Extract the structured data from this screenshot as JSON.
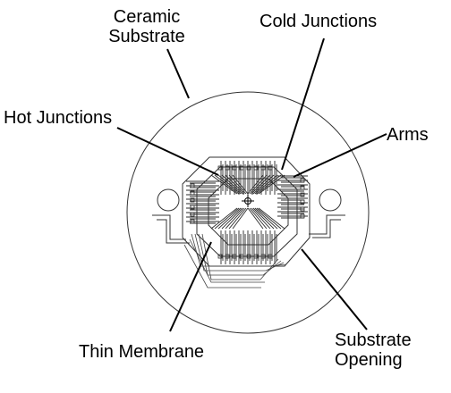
{
  "labels": {
    "ceramic_line1": "Ceramic",
    "ceramic_line2": "Substrate",
    "cold_junctions": "Cold Junctions",
    "hot_junctions": "Hot Junctions",
    "arms": "Arms",
    "thin_membrane": "Thin Membrane",
    "opening_line1": "Substrate",
    "opening_line2": "Opening"
  },
  "colors": {
    "ink": "#000000",
    "line": "#3a3a3a",
    "background": "#ffffff"
  }
}
